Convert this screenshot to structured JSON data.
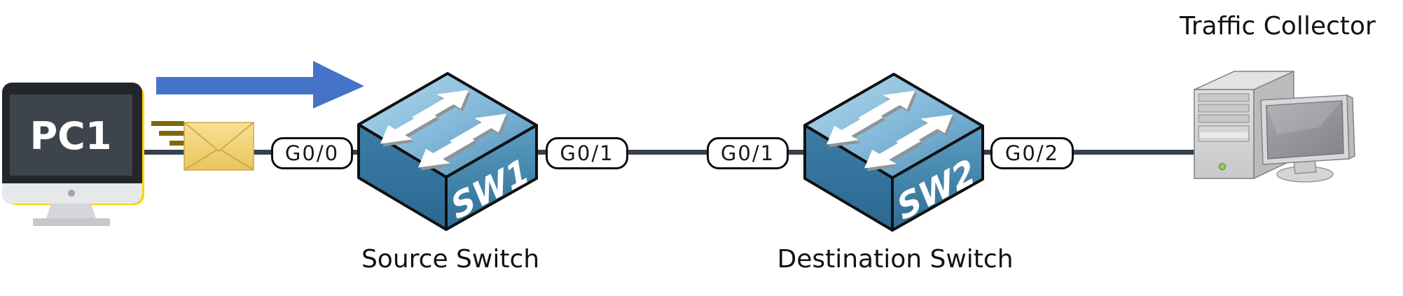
{
  "diagram": {
    "pc": {
      "label": "PC1"
    },
    "source_switch": {
      "label": "SW1",
      "caption": "Source Switch"
    },
    "destination_switch": {
      "label": "SW2",
      "caption": "Destination Switch"
    },
    "traffic_collector": {
      "caption": "Traffic Collector"
    },
    "ports": {
      "pc_to_sw1": "G0/0",
      "sw1_uplink": "G0/1",
      "sw2_uplink": "G0/1",
      "sw2_to_collector": "G0/2"
    },
    "icons": {
      "pc": "desktop-monitor-icon",
      "packet": "envelope-icon",
      "flow": "right-arrow-icon",
      "switches": "network-switch-icon",
      "collector": "workstation-tower-icon"
    },
    "colors": {
      "arrow_blue": "#4573C7",
      "switch_blue": "#3A7BA3",
      "envelope_yellow": "#F0D173",
      "wire_dark": "#39414B",
      "led_green": "#9CCC5C",
      "pc_bezel": "#23272C",
      "pc_edge_yellow": "#FFD60A"
    }
  }
}
